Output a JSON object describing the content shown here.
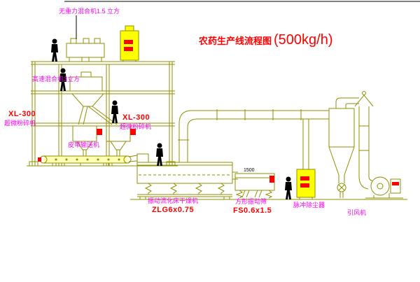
{
  "title": {
    "name": "农药生产线流程图",
    "capacity": "(500kg/h)"
  },
  "equipment_labels": {
    "gravity_mixer": "无重力混合机1.5 立方",
    "high_speed_mixer": "高速混合机3立方",
    "mill_left": {
      "model": "XL-300",
      "name": "超微粉碎机"
    },
    "mill_right": {
      "model": "XL-300",
      "name": "超微粉碎机"
    },
    "belt_conveyor": "皮带输送机",
    "fluid_bed_dryer": {
      "name": "振动流化床干燥机",
      "model": "ZLG6x0.75"
    },
    "vibrating_screen": {
      "name": "方形振动筛",
      "model": "FS0.6x1.5"
    },
    "dust_collector": "脉冲除尘器",
    "induced_fan": "引风机"
  },
  "annotations": {
    "dimension_1500": "1500"
  },
  "colors": {
    "line": "#8f8f00",
    "label_text": "#ff00ff",
    "model_text": "#ff0000",
    "equipment_fill": "#ffff00",
    "figure": "#000000"
  }
}
